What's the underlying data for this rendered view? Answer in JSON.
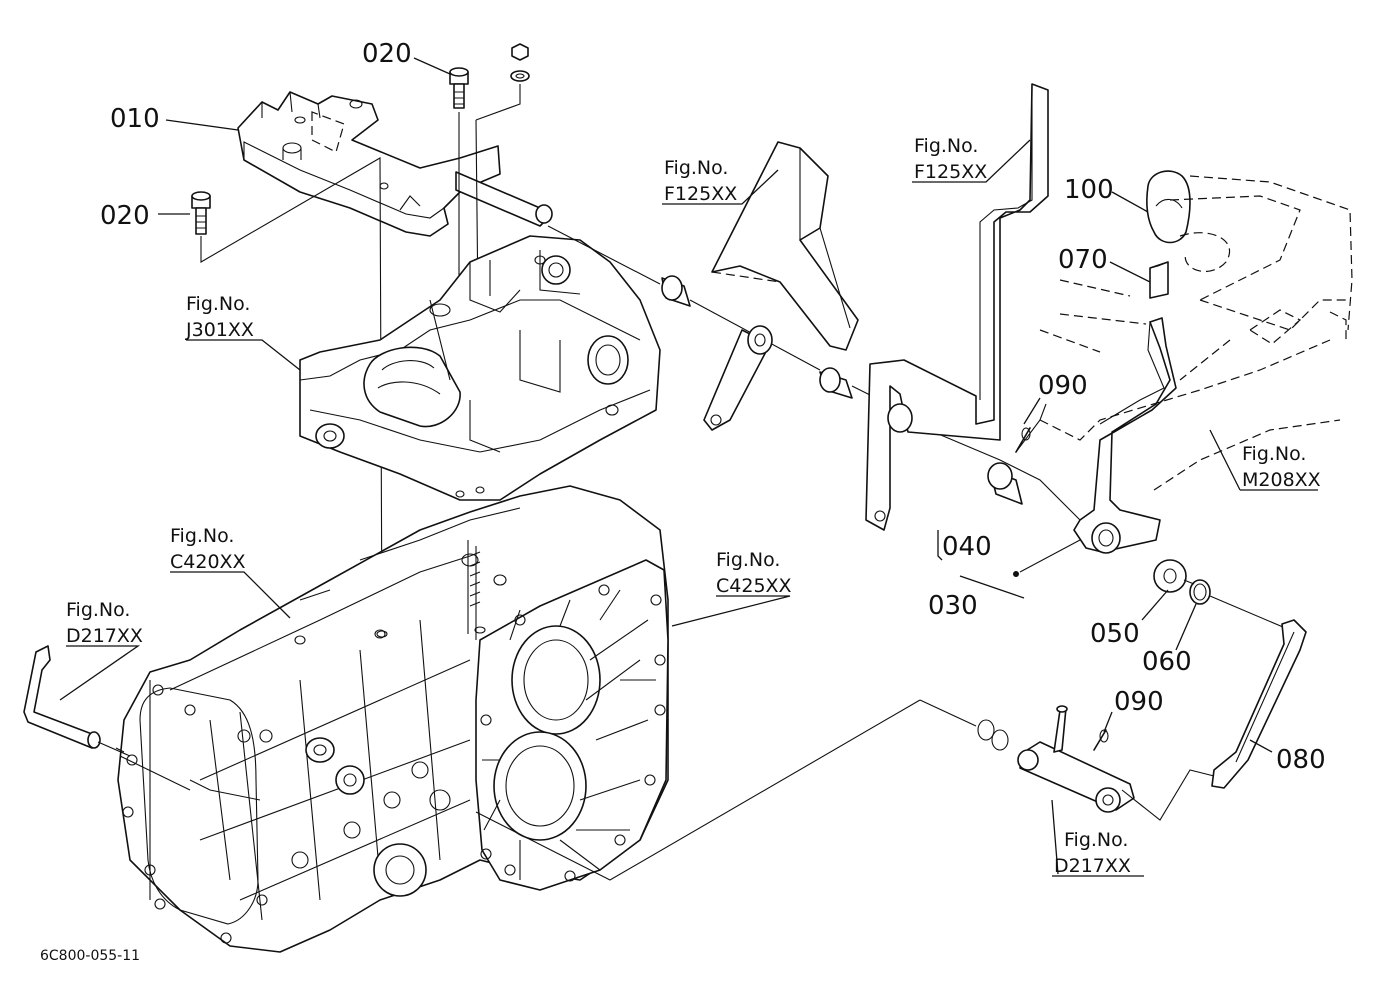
{
  "parts": {
    "p010": "010",
    "p020a": "020",
    "p020b": "020",
    "p030": "030",
    "p040": "040",
    "p050": "050",
    "p060": "060",
    "p070": "070",
    "p080": "080",
    "p090a": "090",
    "p090b": "090",
    "p100": "100"
  },
  "fig_refs": {
    "j301": {
      "label": "Fig.No.",
      "code": "J301XX"
    },
    "f125a": {
      "label": "Fig.No.",
      "code": "F125XX"
    },
    "f125b": {
      "label": "Fig.No.",
      "code": "F125XX"
    },
    "m208": {
      "label": "Fig.No.",
      "code": "M208XX"
    },
    "c420": {
      "label": "Fig.No.",
      "code": "C420XX"
    },
    "c425": {
      "label": "Fig.No.",
      "code": "C425XX"
    },
    "d217a": {
      "label": "Fig.No.",
      "code": "D217XX"
    },
    "d217b": {
      "label": "Fig.No.",
      "code": "D217XX"
    }
  },
  "diagram_code": "6C800-055-11"
}
